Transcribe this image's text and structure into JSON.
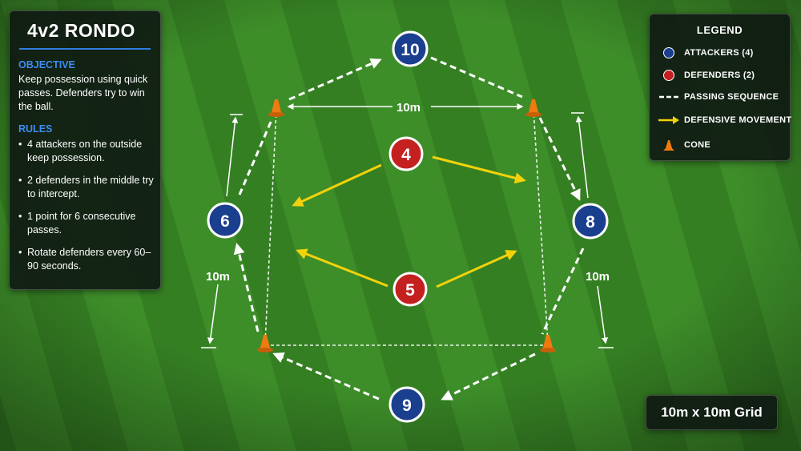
{
  "title": "4v2 RONDO",
  "objective": {
    "heading": "OBJECTIVE",
    "text": "Keep possession using quick passes. Defenders try to win the ball."
  },
  "rules": {
    "heading": "RULES",
    "items": [
      "4 attackers on the outside keep possession.",
      "2 defenders in the middle try to intercept.",
      "1 point for 6 consecutive passes.",
      "Rotate defenders every 60–90 seconds."
    ]
  },
  "legend": {
    "title": "LEGEND",
    "attackers": "ATTACKERS (4)",
    "defenders": "DEFENDERS (2)",
    "passing": "PASSING SEQUENCE",
    "defensive": "DEFENSIVE MOVEMENT",
    "cone": "CONE"
  },
  "players": {
    "attackers": [
      "10",
      "6",
      "8",
      "9"
    ],
    "defenders": [
      "4",
      "5"
    ]
  },
  "dimensions": {
    "top": "10m",
    "left": "10m",
    "right": "10m"
  },
  "grid_label": "10m x 10m Grid",
  "colors": {
    "attacker": "#1b3f8f",
    "defender": "#c42020",
    "pass_line": "#ffffff",
    "defensive_arrow": "#f2d20a",
    "cone": "#f07a10",
    "accent": "#3d8df0",
    "pitch_light": "#3f8f2a",
    "pitch_dark": "#347c22"
  }
}
